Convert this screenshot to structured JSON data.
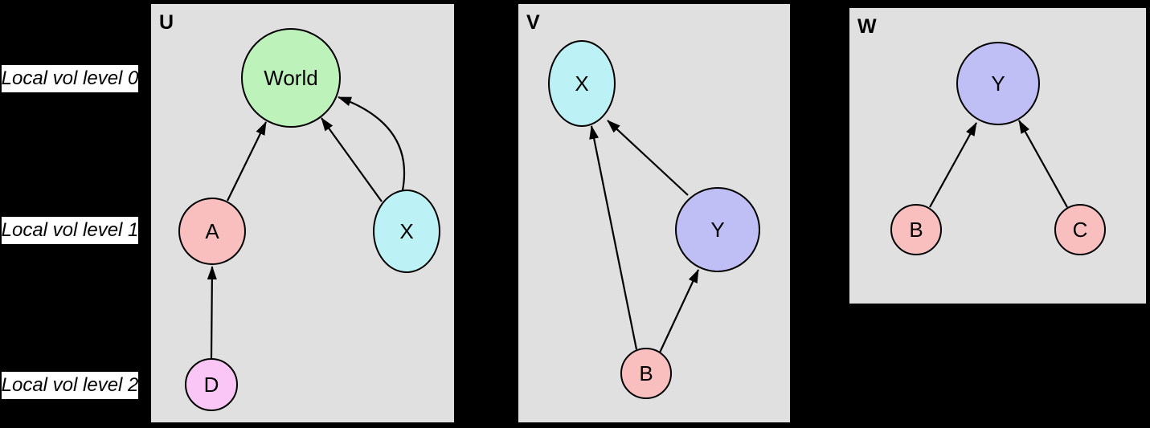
{
  "figure": {
    "row_labels": [
      {
        "text": "Local vol level 0"
      },
      {
        "text": "Local vol level 1"
      },
      {
        "text": "Local vol level 2"
      }
    ],
    "colors": {
      "canvas_bg": "#000000",
      "panel_bg": "#e0e0e0",
      "panel_border": "#000000",
      "node_border": "#000000",
      "edge": "#000000",
      "label_bg": "#ffffff",
      "label_text": "#000000",
      "green": "#bdf2ba",
      "pink": "#f9bebe",
      "cyan": "#bcf2f5",
      "purple": "#bfbff5",
      "violet": "#f9c6f5"
    },
    "panels": [
      {
        "label": "U",
        "nodes": [
          {
            "id": "World",
            "label": "World",
            "level": 0,
            "color_key": "green"
          },
          {
            "id": "A",
            "label": "A",
            "level": 1,
            "color_key": "pink"
          },
          {
            "id": "X",
            "label": "X",
            "level": 1,
            "color_key": "cyan"
          },
          {
            "id": "D",
            "label": "D",
            "level": 2,
            "color_key": "violet"
          }
        ],
        "edges": [
          {
            "from": "A",
            "to": "World"
          },
          {
            "from": "X",
            "to": "World"
          },
          {
            "from": "X",
            "to": "World",
            "style": "curved"
          },
          {
            "from": "D",
            "to": "A"
          }
        ]
      },
      {
        "label": "V",
        "nodes": [
          {
            "id": "X",
            "label": "X",
            "level": 0,
            "color_key": "cyan"
          },
          {
            "id": "Y",
            "label": "Y",
            "level": 1,
            "color_key": "purple"
          },
          {
            "id": "B",
            "label": "B",
            "level": 2,
            "color_key": "pink"
          }
        ],
        "edges": [
          {
            "from": "B",
            "to": "X"
          },
          {
            "from": "B",
            "to": "Y"
          },
          {
            "from": "Y",
            "to": "X"
          }
        ]
      },
      {
        "label": "W",
        "nodes": [
          {
            "id": "Y",
            "label": "Y",
            "level": 0,
            "color_key": "purple"
          },
          {
            "id": "B",
            "label": "B",
            "level": 1,
            "color_key": "pink"
          },
          {
            "id": "C",
            "label": "C",
            "level": 1,
            "color_key": "pink"
          }
        ],
        "edges": [
          {
            "from": "B",
            "to": "Y"
          },
          {
            "from": "C",
            "to": "Y"
          }
        ]
      }
    ]
  }
}
